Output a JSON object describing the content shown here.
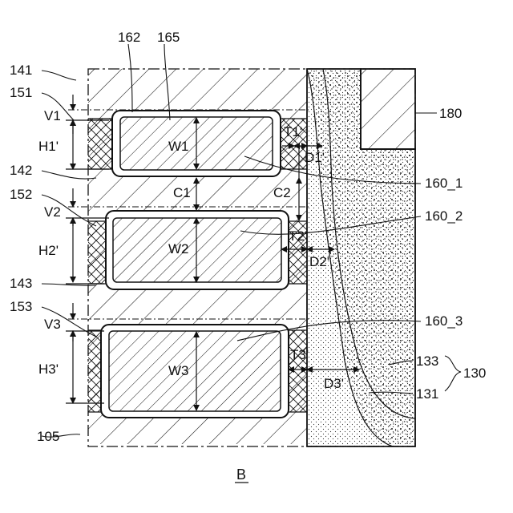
{
  "figure": {
    "caption": "B",
    "labels": {
      "l141": "141",
      "l151": "151",
      "l142": "142",
      "l152": "152",
      "l143": "143",
      "l153": "153",
      "l105": "105",
      "l162": "162",
      "l165": "165",
      "l180": "180",
      "l160_1": "160_1",
      "l160_2": "160_2",
      "l160_3": "160_3",
      "l133": "133",
      "l131": "131",
      "l130": "130",
      "V1": "V1",
      "V2": "V2",
      "V3": "V3",
      "H1": "H1'",
      "H2": "H2'",
      "H3": "H3'",
      "W1": "W1",
      "W2": "W2",
      "W3": "W3",
      "C1": "C1",
      "C2": "C2",
      "T1": "T1'",
      "T2": "T2'",
      "T3": "T3'",
      "D1": "D1'",
      "D2": "D2'",
      "D3": "D3'"
    }
  }
}
